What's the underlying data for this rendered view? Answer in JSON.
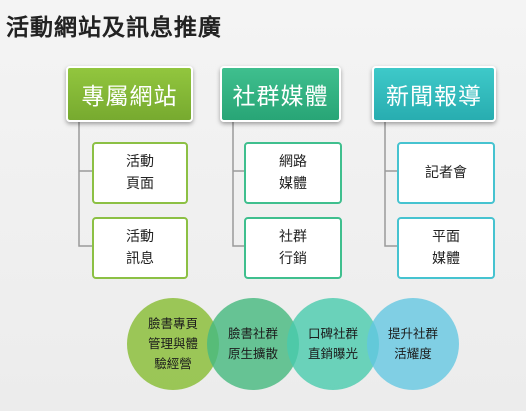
{
  "title": "活動網站及訊息推廣",
  "columns": [
    {
      "header": "專屬網站",
      "items": [
        {
          "line1": "活動",
          "line2": "頁面"
        },
        {
          "line1": "活動",
          "line2": "訊息"
        }
      ]
    },
    {
      "header": "社群媒體",
      "items": [
        {
          "line1": "網路",
          "line2": "媒體"
        },
        {
          "line1": "社群",
          "line2": "行銷"
        }
      ]
    },
    {
      "header": "新聞報導",
      "items": [
        {
          "line1": "記者會",
          "line2": ""
        },
        {
          "line1": "平面",
          "line2": "媒體"
        }
      ]
    }
  ],
  "circles": [
    {
      "lines": [
        "臉書專頁",
        "管理與體",
        "驗經營"
      ]
    },
    {
      "lines": [
        "臉書社群",
        "原生擴散"
      ]
    },
    {
      "lines": [
        "口碑社群",
        "直銷曝光"
      ]
    },
    {
      "lines": [
        "提升社群",
        "活耀度"
      ]
    }
  ],
  "colors": {
    "green": "#8cc044",
    "teal": "#3fbf8e",
    "cyan": "#3ec9c9",
    "sky": "#62c6e2"
  }
}
